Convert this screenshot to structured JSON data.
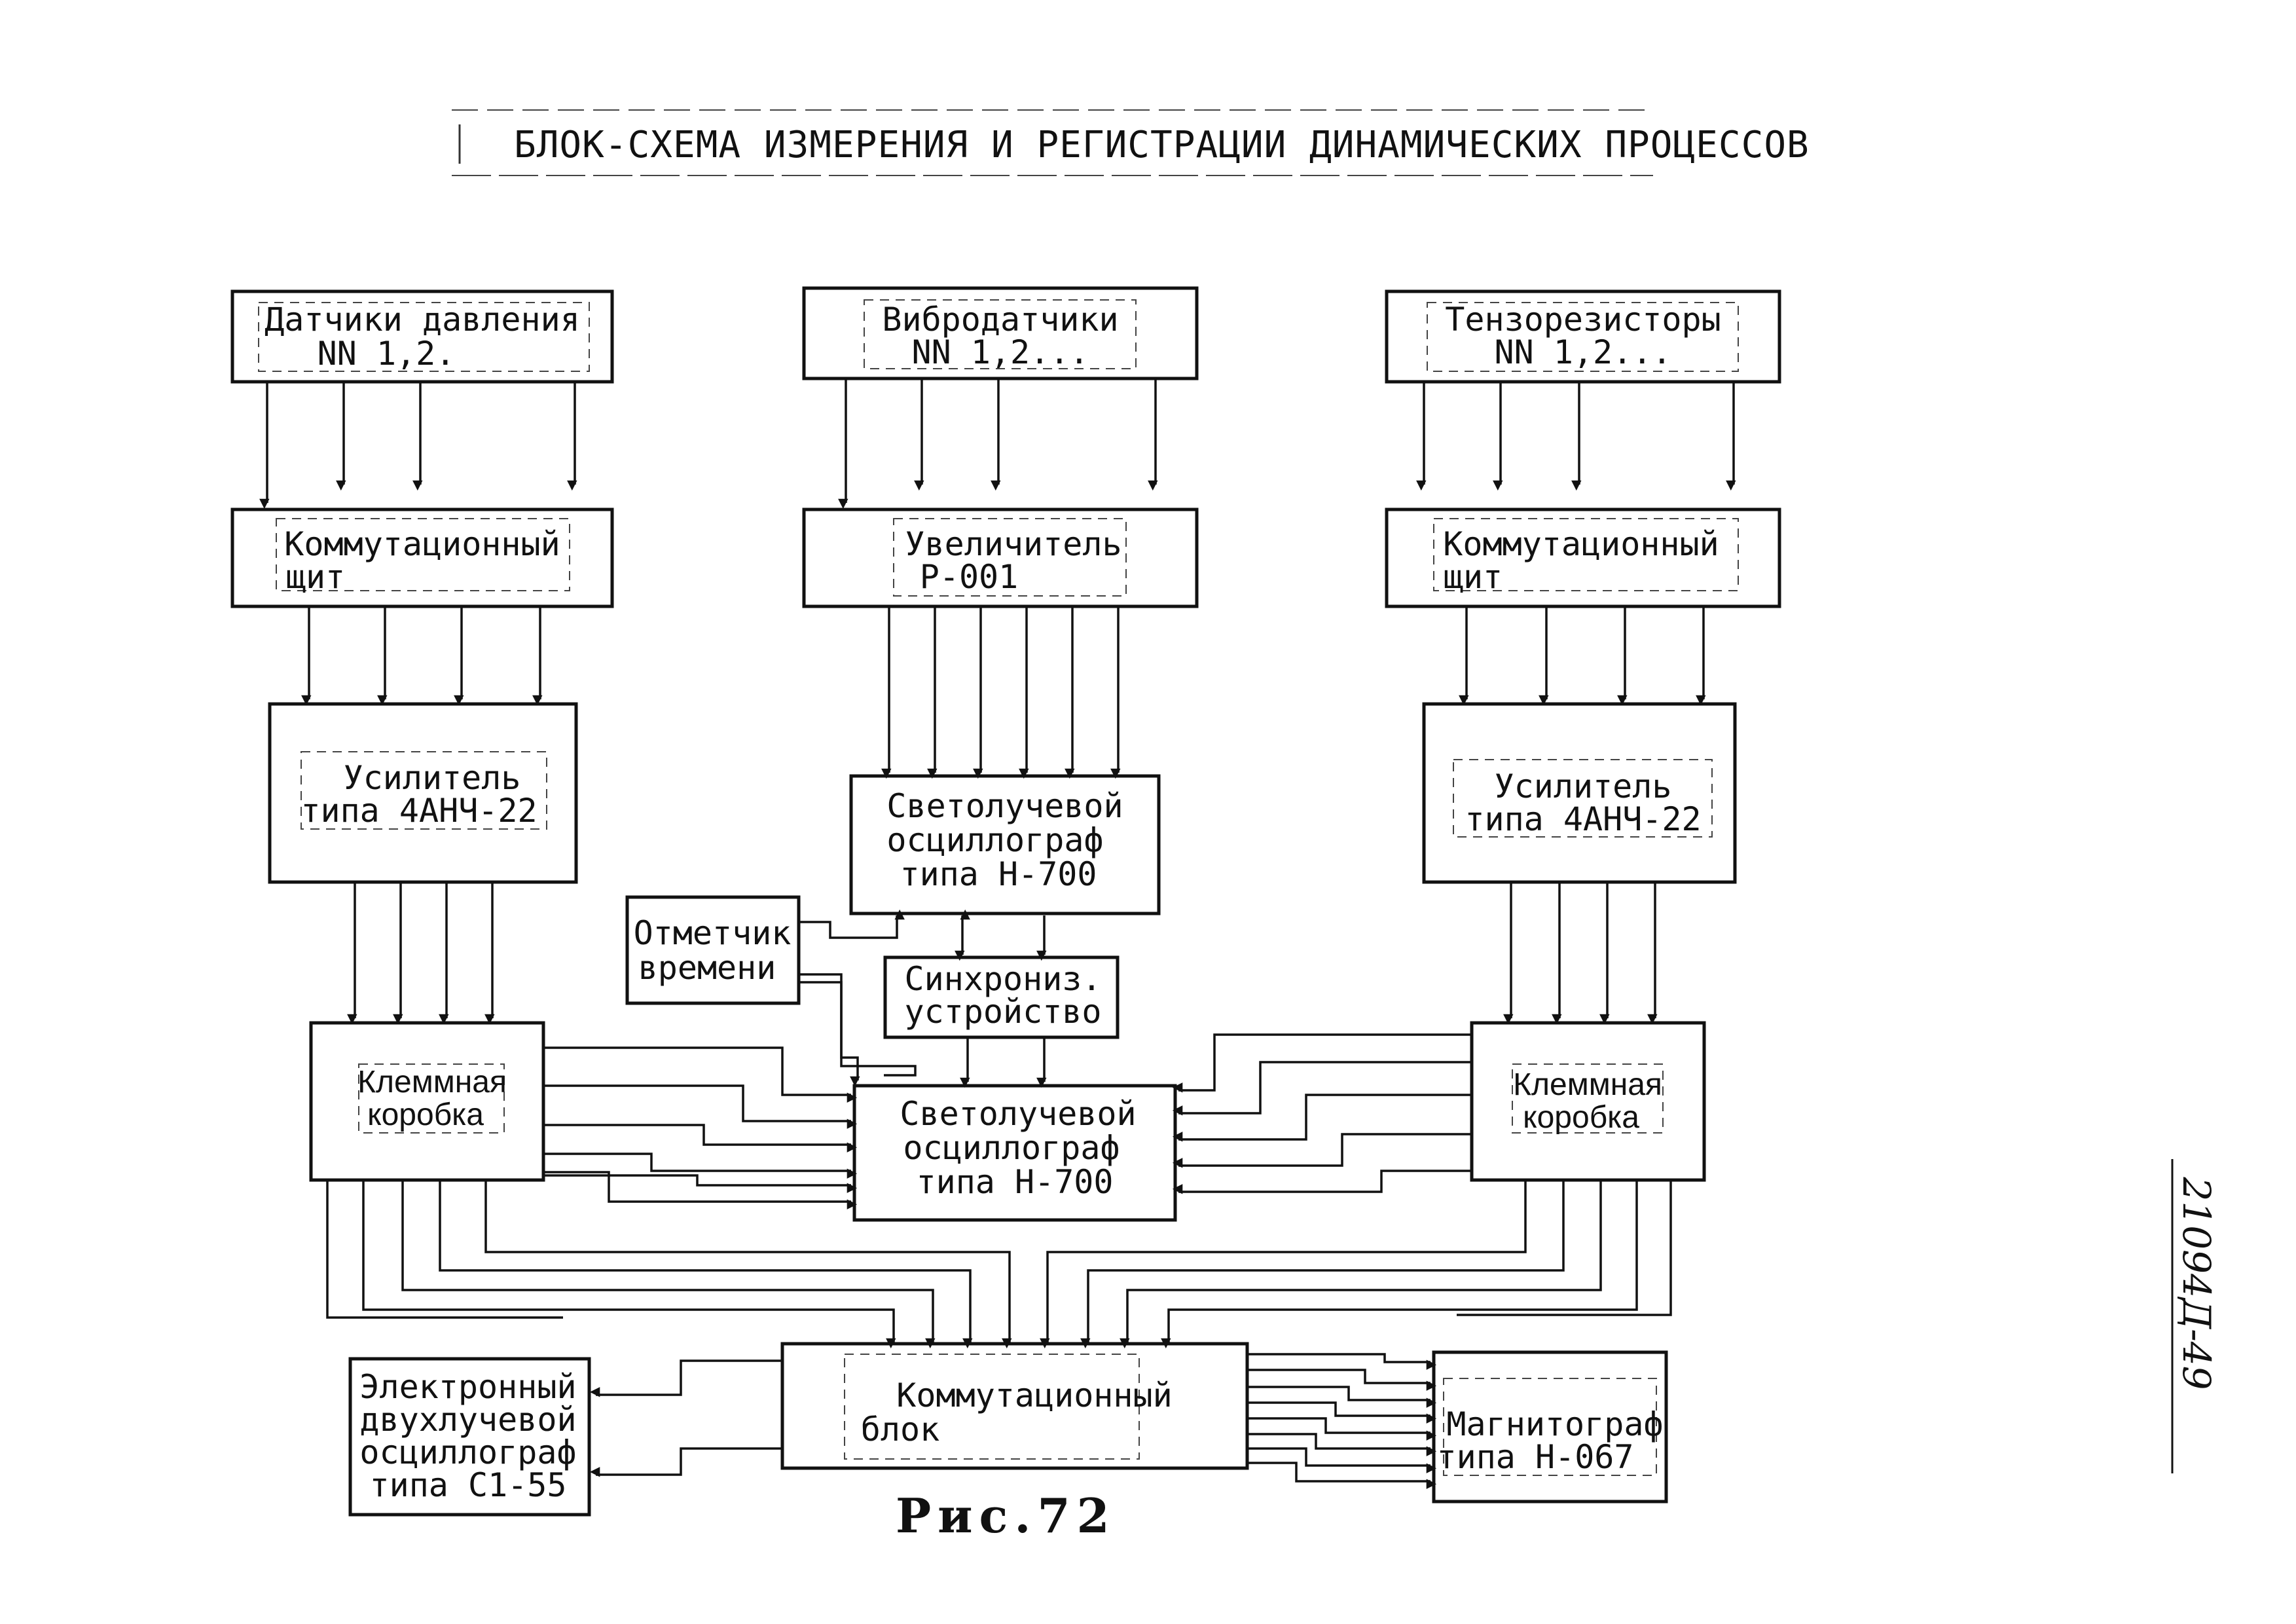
{
  "title": "БЛОК-СХЕМА ИЗМЕРЕНИЯ И РЕГИСТРАЦИИ ДИНАМИЧЕСКИХ ПРОЦЕССОВ",
  "caption": "Рис.72",
  "side_code": "21094Д-49",
  "blocks": {
    "pressure_sensors": [
      "Датчики давления",
      "NN 1,2."
    ],
    "vibro_sensors": [
      "Вибродатчики",
      "NN 1,2..."
    ],
    "strain_gauges": [
      "Тензорезисторы",
      "NN 1,2..."
    ],
    "switch_panel_left": [
      "Коммутационный",
      "щит"
    ],
    "magnifier": [
      "Увеличитель",
      "Р-001"
    ],
    "switch_panel_right": [
      "Коммутационный",
      "щит"
    ],
    "amplifier_left": [
      "Усилитель",
      "типа 4АНЧ-22"
    ],
    "oscillograph_top": [
      "Светолучевой",
      "осциллограф",
      "типа Н-700"
    ],
    "amplifier_right": [
      "Усилитель",
      "типа 4АНЧ-22"
    ],
    "time_marker": [
      "Отметчик",
      "времени"
    ],
    "sync_device": [
      "Синхрониз.",
      "устройство"
    ],
    "terminal_box_left": [
      "Клеммная",
      "коробка"
    ],
    "oscillograph_center": [
      "Светолучевой",
      "осциллограф",
      "типа Н-700"
    ],
    "terminal_box_right": [
      "Клеммная",
      "коробка"
    ],
    "electronic_oscillograph": [
      "Электронный",
      "двухлучевой",
      "осциллограф",
      "типа С1-55"
    ],
    "switch_block": [
      "Коммутационный",
      "блок"
    ],
    "magnetograph": [
      "Магнитограф",
      "типа Н-067"
    ]
  }
}
